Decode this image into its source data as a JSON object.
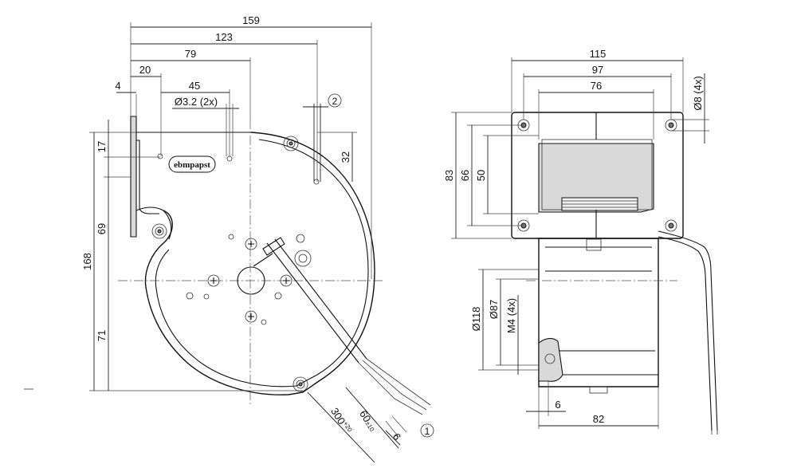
{
  "brand": {
    "logo_text": "ebmpapst"
  },
  "front_view": {
    "dim_total_width": "159",
    "dim_123": "123",
    "dim_79": "79",
    "dim_20": "20",
    "dim_4": "4",
    "dim_45": "45",
    "dim_hole_dia": "Ø3.2 (2x)",
    "dim_32": "32",
    "dim_17": "17",
    "dim_69": "69",
    "dim_168": "168",
    "dim_71": "71",
    "callout_2": "2",
    "callout_1": "1"
  },
  "cable": {
    "length_main": "300",
    "length_main_tol": "+20",
    "length_strip": "60",
    "length_strip_tol": "±10",
    "length_end": "6"
  },
  "side_view": {
    "dim_115": "115",
    "dim_97": "97",
    "dim_76": "76",
    "dim_hole_8": "Ø8 (4x)",
    "dim_83": "83",
    "dim_66": "66",
    "dim_50": "50",
    "dim_dia_118": "Ø118",
    "dim_dia_87": "Ø87",
    "dim_thread": "M4 (4x)",
    "dim_6": "6",
    "dim_82": "82"
  }
}
